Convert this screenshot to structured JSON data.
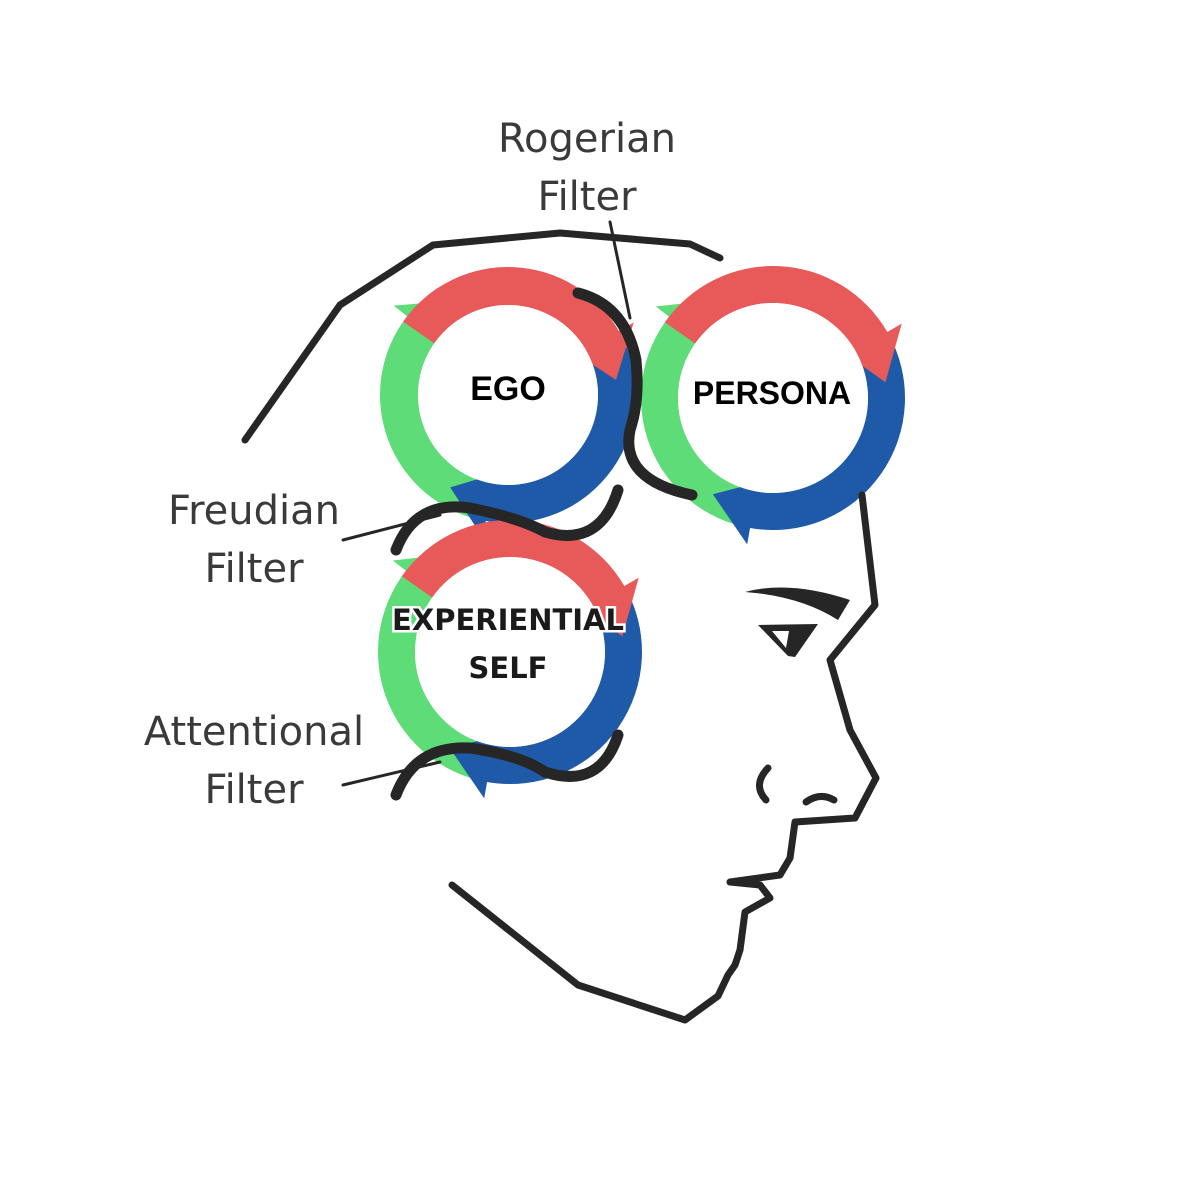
{
  "title": "Self and filters diagram",
  "colors": {
    "red": "#e85a5a",
    "green": "#5ddc78",
    "blue": "#1f5aa8",
    "outline": "#262626",
    "label_text": "#3a3a3a"
  },
  "rings": [
    {
      "id": "ego",
      "label_lines": [
        "EGO"
      ]
    },
    {
      "id": "persona",
      "label_lines": [
        "PERSONA"
      ]
    },
    {
      "id": "experiential-self",
      "label_lines": [
        "EXPERIENTIAL",
        "SELF"
      ]
    }
  ],
  "filters": [
    {
      "id": "rogerian",
      "label_lines": [
        "Rogerian",
        "Filter"
      ]
    },
    {
      "id": "freudian",
      "label_lines": [
        "Freudian",
        "Filter"
      ]
    },
    {
      "id": "attentional",
      "label_lines": [
        "Attentional",
        "Filter"
      ]
    }
  ],
  "icons": {
    "head": "head-profile-icon",
    "cycle": "cycle-arrows-icon"
  }
}
